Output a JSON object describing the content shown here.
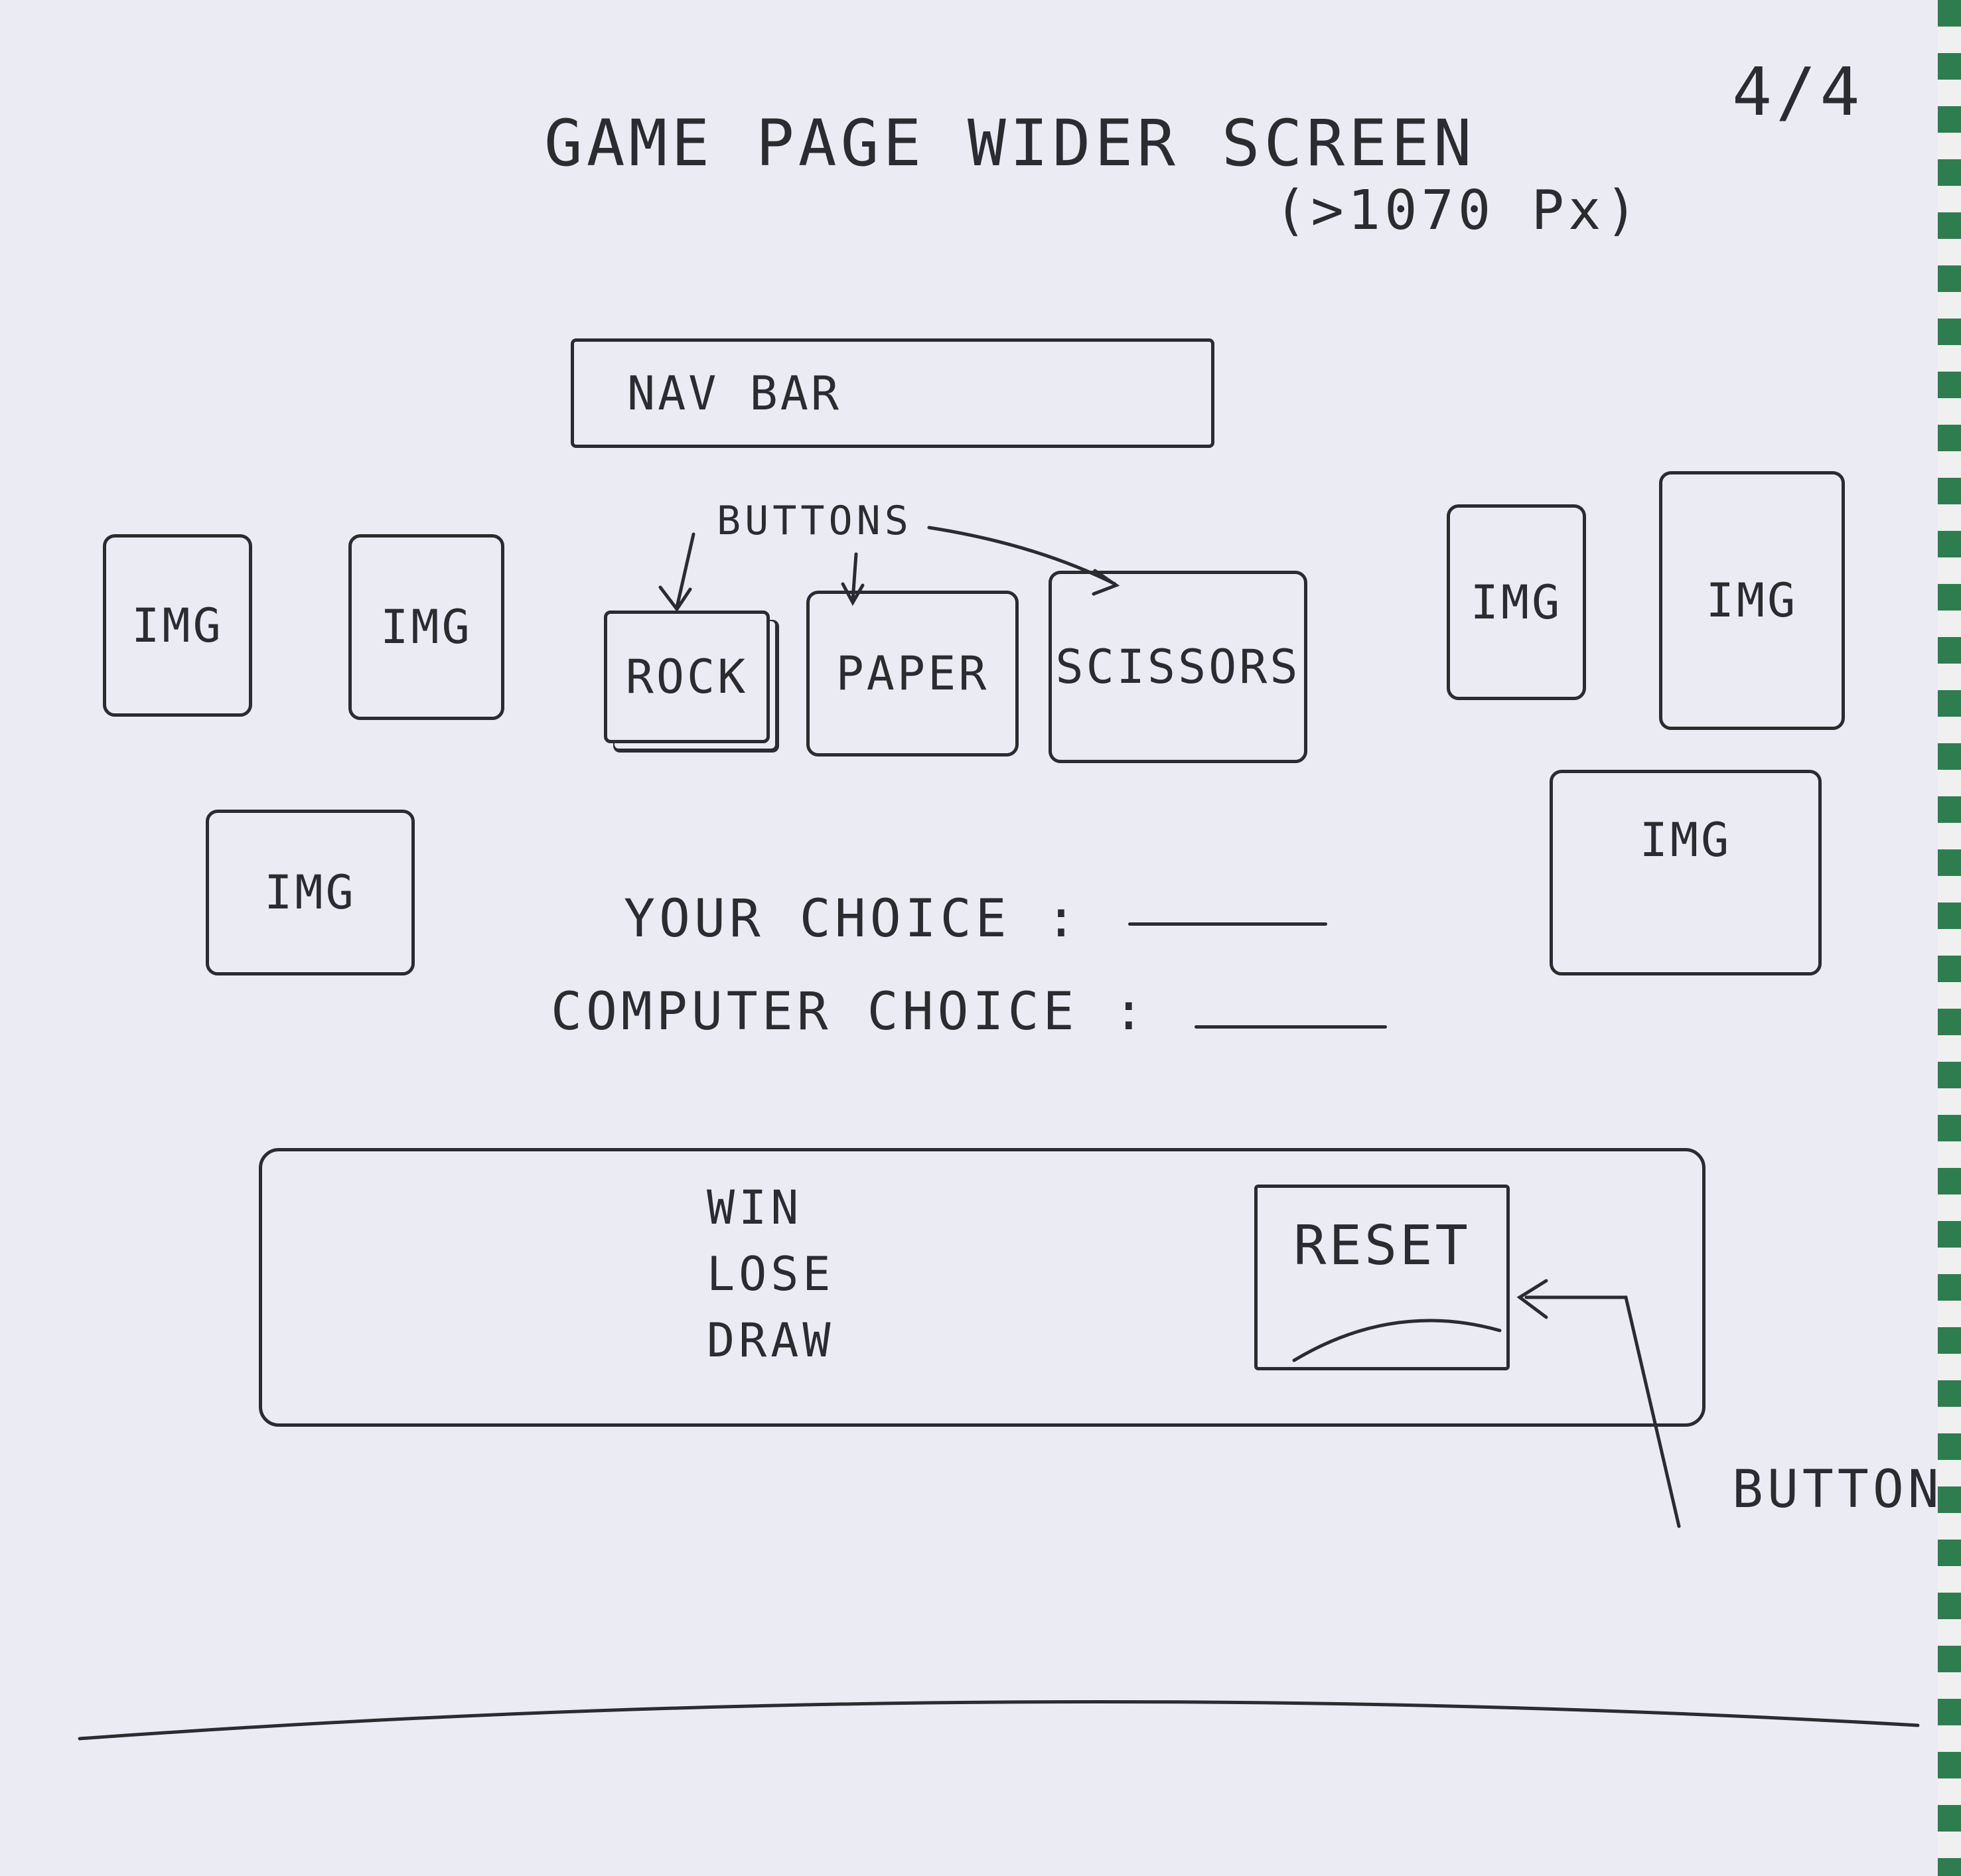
{
  "page_counter": "4/4",
  "header": {
    "title": "GAME PAGE WIDER SCREEN",
    "subtitle": "(>1070 Px)"
  },
  "nav": {
    "label": "NAV BAR"
  },
  "annotations": {
    "buttons_label": "BUTTONS",
    "button_label": "BUTTON"
  },
  "images": {
    "label": "IMG"
  },
  "choices": {
    "rock": "ROCK",
    "paper": "PAPER",
    "scissors": "SCISSORS"
  },
  "results": {
    "your_choice_label": "YOUR CHOICE :",
    "computer_choice_label": "COMPUTER CHOICE :"
  },
  "score": {
    "win": "WIN",
    "lose": "LOSE",
    "draw": "DRAW"
  },
  "reset": {
    "label": "RESET"
  },
  "colors": {
    "ink": "#2b2b30",
    "paper": "#ebebf3",
    "edge": "#2e7d4f"
  }
}
